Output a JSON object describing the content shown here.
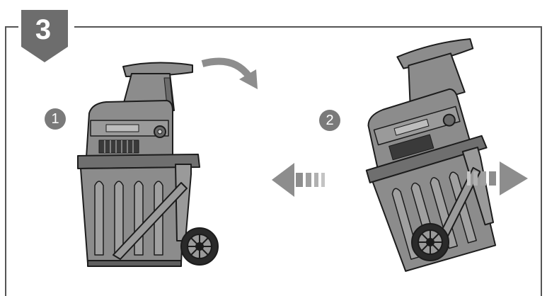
{
  "step": {
    "number": "3"
  },
  "callouts": [
    {
      "label": "1"
    },
    {
      "label": "2"
    }
  ],
  "colors": {
    "badge": "#6d6d6d",
    "body": "#8c8c8c",
    "body_dark": "#5f5f5f",
    "outline": "#1c1c1c",
    "arrow": "#8d8d8d",
    "frame": "#555555"
  },
  "icons": {
    "curved_arrow": "rotate-arrow-icon",
    "left_arrow": "arrow-left-icon",
    "right_arrow": "arrow-right-icon"
  }
}
